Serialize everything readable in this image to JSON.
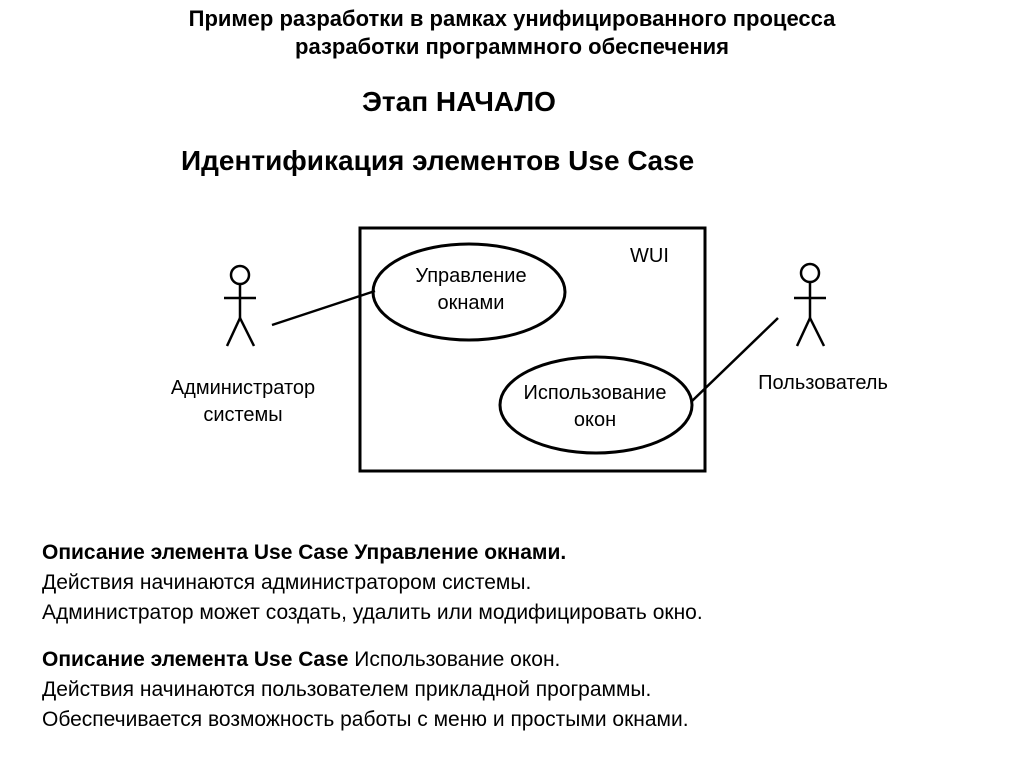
{
  "header": {
    "title_line1": "Пример разработки в рамках унифицированного процесса",
    "title_line2": "разработки программного обеспечения",
    "stage": "Этап НАЧАЛО",
    "subtitle": "Идентификация элементов Use Case"
  },
  "diagram": {
    "system_boundary": "WUI",
    "use_cases": [
      {
        "line1": "Управление",
        "line2": "окнами"
      },
      {
        "line1": "Использование",
        "line2": "окон"
      }
    ],
    "actors": [
      {
        "line1": "Администратор",
        "line2": "системы"
      },
      {
        "line1": "Пользователь"
      }
    ]
  },
  "descriptions": [
    {
      "heading_bold": "Описание элемента Use Case Управление окнами.",
      "lines": [
        "Действия начинаются администратором системы.",
        "Администратор может создать, удалить или модифицировать окно."
      ]
    },
    {
      "heading_bold": "Описание элемента Use Case",
      "heading_rest": " Использование окон.",
      "lines": [
        "Действия начинаются пользователем прикладной программы.",
        "Обеспечивается возможность работы с меню и простыми окнами."
      ]
    }
  ]
}
